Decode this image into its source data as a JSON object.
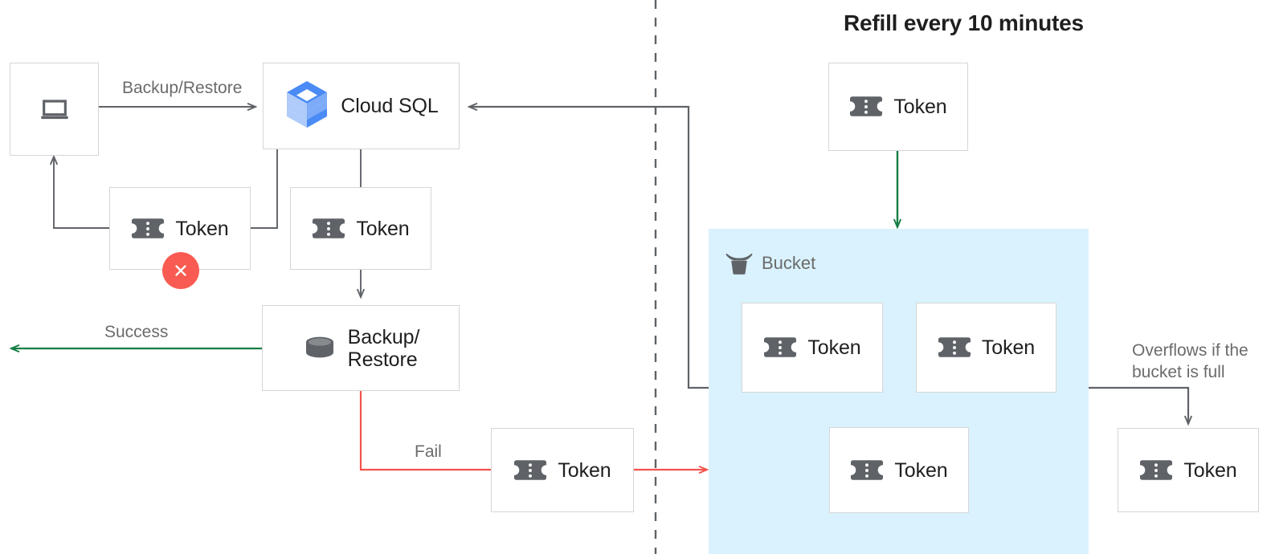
{
  "title": "Refill every 10 minutes",
  "colors": {
    "box_border": "#d6d6d6",
    "bucket_bg": "#d9f2fd",
    "arrow_dark": "#5f6368",
    "arrow_green": "#137d42",
    "arrow_red": "#f4534d",
    "error_red": "#f95b52",
    "icon_gray": "#5f6368",
    "text_primary": "#1f1f1f",
    "text_secondary": "#6b6b6b",
    "cloudsql_blue_dark": "#4a8bf5",
    "cloudsql_blue_mid": "#7dabf8",
    "cloudsql_blue_light": "#aecbfa"
  },
  "nodes": {
    "client": {
      "label": "",
      "icon": "laptop-icon"
    },
    "cloud_sql": {
      "label": "Cloud SQL",
      "icon": "cloud-sql-icon"
    },
    "token_failed": {
      "label": "Token",
      "icon": "token-icon",
      "status": "error"
    },
    "token_consumed": {
      "label": "Token",
      "icon": "token-icon"
    },
    "backup_restore": {
      "label": "Backup/\nRestore",
      "icon": "database-icon"
    },
    "token_fail_path": {
      "label": "Token",
      "icon": "token-icon"
    },
    "token_refill": {
      "label": "Token",
      "icon": "token-icon"
    },
    "token_bucket_1": {
      "label": "Token",
      "icon": "token-icon"
    },
    "token_bucket_2": {
      "label": "Token",
      "icon": "token-icon"
    },
    "token_bucket_3": {
      "label": "Token",
      "icon": "token-icon"
    },
    "token_overflow": {
      "label": "Token",
      "icon": "token-icon"
    }
  },
  "bucket": {
    "label": "Bucket",
    "icon": "bucket-icon"
  },
  "edge_labels": {
    "backup_restore": "Backup/Restore",
    "success": "Success",
    "fail": "Fail",
    "overflow": "Overflows if the\nbucket is full"
  }
}
